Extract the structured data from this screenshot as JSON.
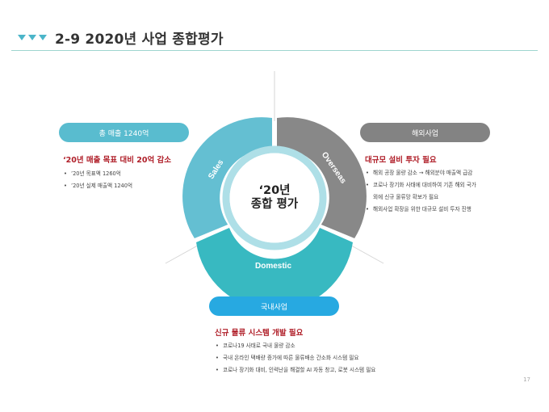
{
  "header": {
    "title": "2-9 2020년 사업 종합평가"
  },
  "diagram": {
    "center_line1": "‘20년",
    "center_line2": "종합 평가",
    "segment_sales": "Sales",
    "segment_overseas": "Overseas",
    "segment_domestic": "Domestic",
    "colors": {
      "sales": "#64bfd2",
      "overseas": "#888888",
      "domestic": "#38b9c1",
      "inner_ring": "#aedfe7"
    }
  },
  "sales": {
    "pill_label": "총 매출 1240억",
    "heading": "‘20년 매출 목표 대비 20억 감소",
    "bullets": [
      "’20년 목표액 1260억",
      "’20년 실제 매출액 1240억"
    ]
  },
  "overseas": {
    "pill_label": "해외사업",
    "heading": "대규모 설비 투자 필요",
    "bullets": [
      "해외 공장 물량 감소 → 해외분야 매출액 급감",
      "코로나 장기화 사태에 대비하여 기존 해외 국가"
    ],
    "bullet2_cont": "외에 신규 물류망 확보가 필요",
    "bullet3": "해외사업 확장을 위한 대규모 설비 투자 진행"
  },
  "domestic": {
    "pill_label": "국내사업",
    "heading": "신규 물류 시스템 개발 필요",
    "bullets": [
      "코로나19 사태로 국내 물량 감소",
      "국내 온라인 택배량 증가에 따른 물류배송 간소화 시스템 필요",
      "코로나 장기화 대비, 인력난을 해결할 AI 자동 창고, 로봇 시스템 필요"
    ]
  },
  "page_number": "17"
}
